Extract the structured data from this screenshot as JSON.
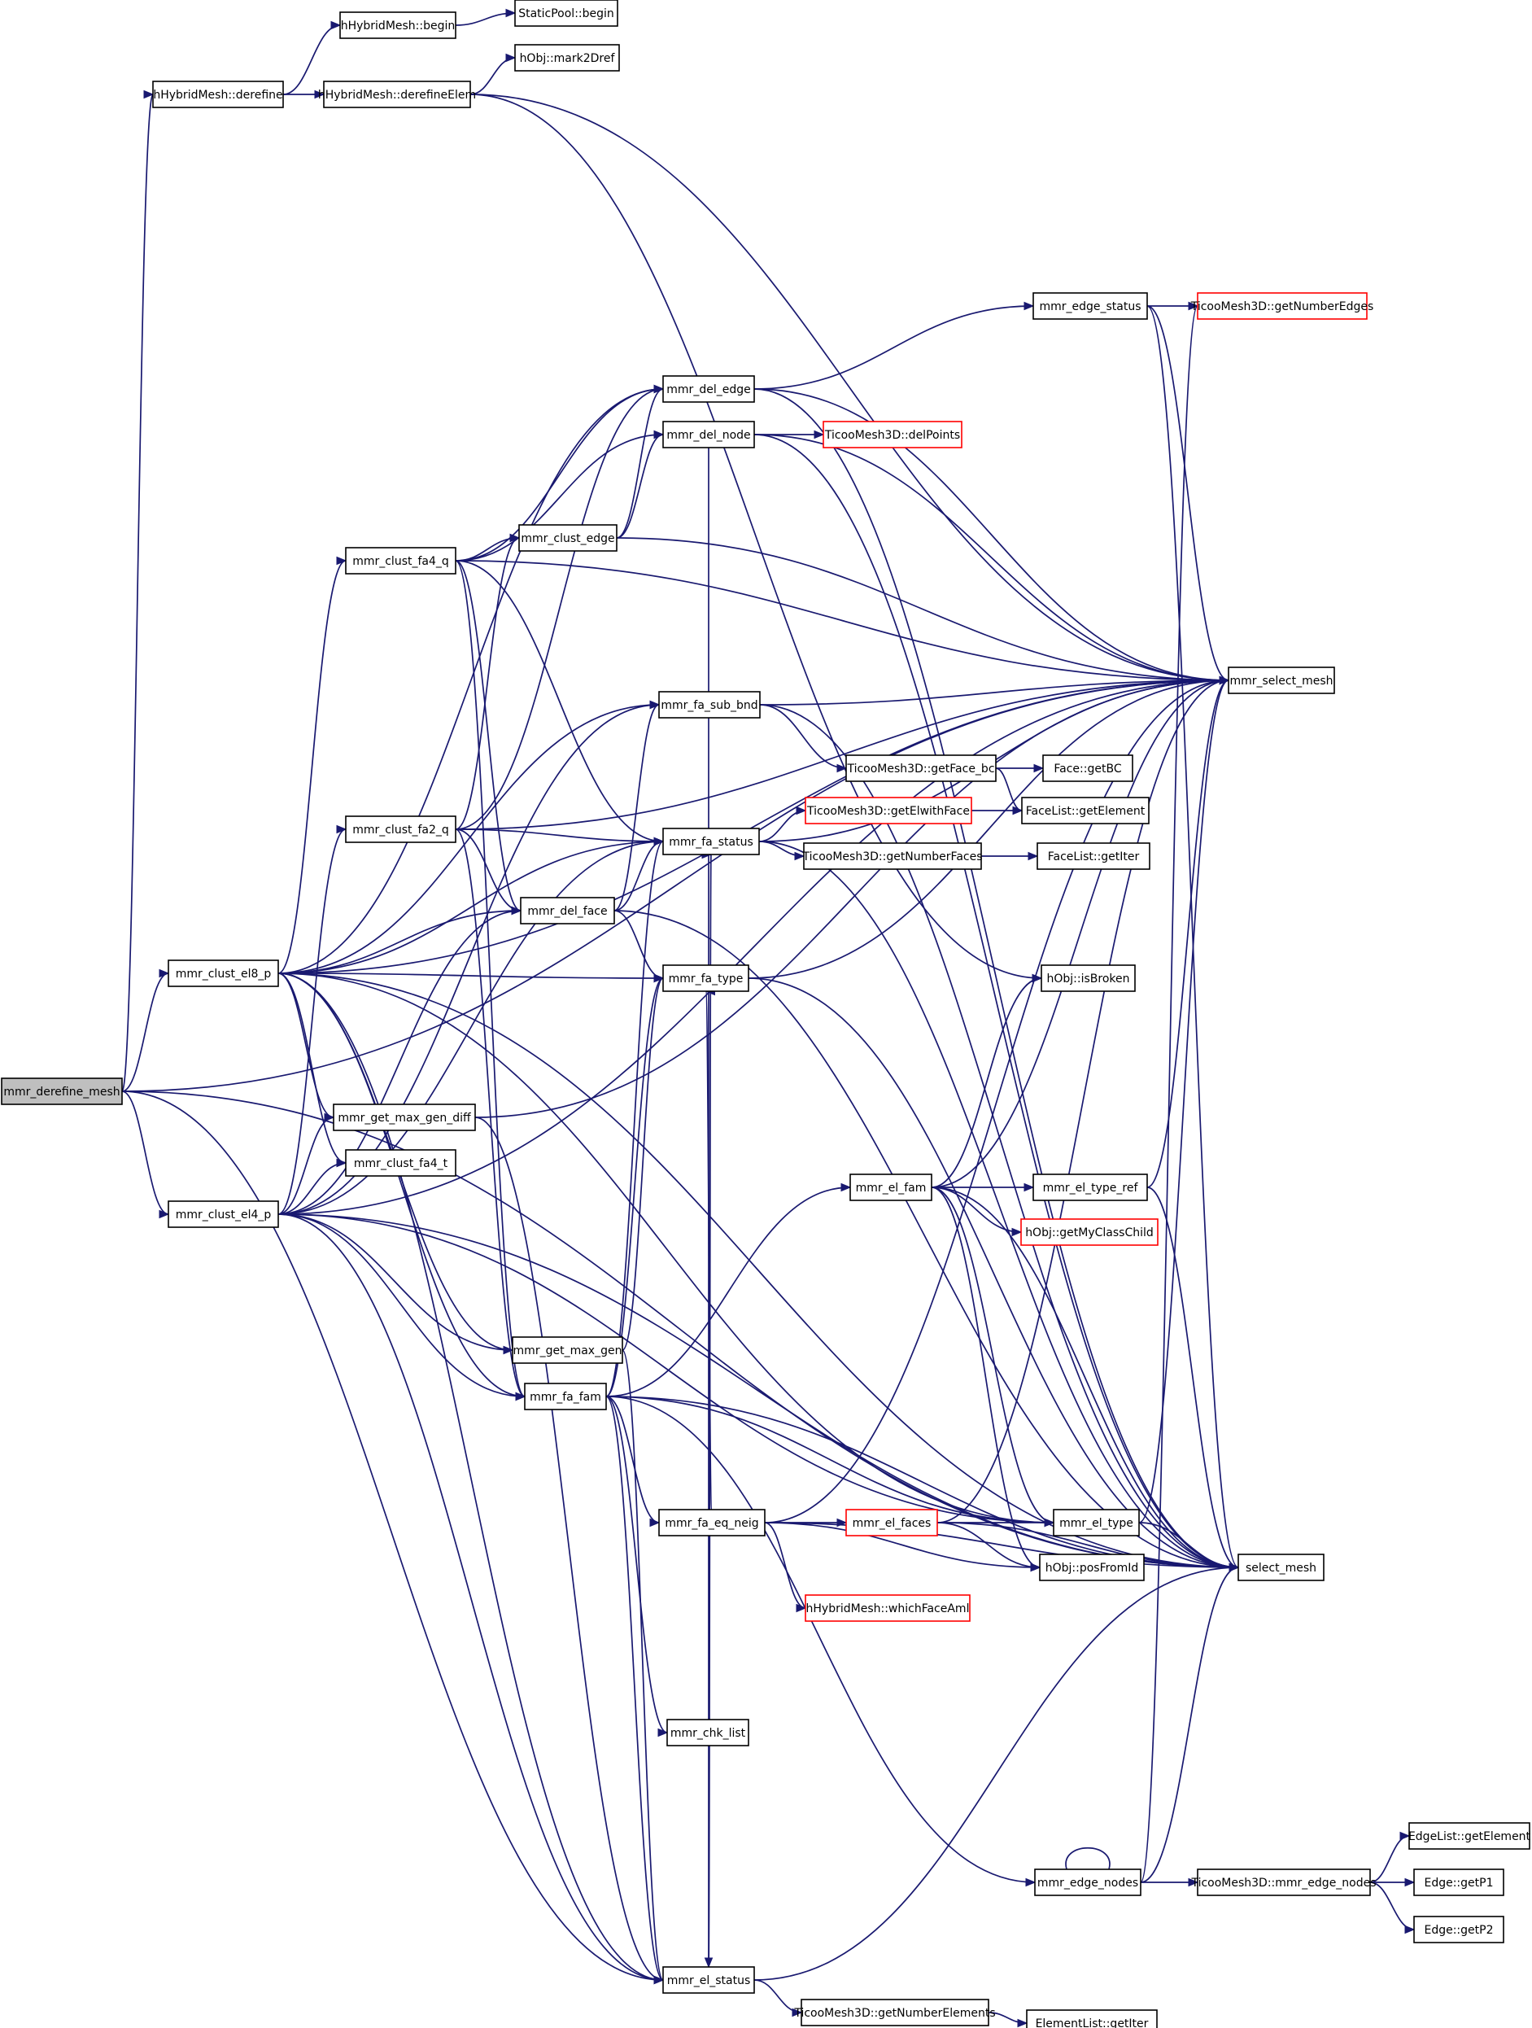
{
  "nodes": {
    "root": "mmr_derefine_mesh",
    "hhm_derefine": "hHybridMesh::derefine",
    "hhm_begin": "hHybridMesh::begin",
    "sp_begin": "StaticPool::begin",
    "hobj_mark2dref": "hObj::mark2Dref",
    "hhm_derefine_elem": "hHybridMesh::derefineElem",
    "tm_getnumberedges": "TicooMesh3D::getNumberEdges",
    "mmr_edge_status": "mmr_edge_status",
    "mmr_del_edge": "mmr_del_edge",
    "mmr_del_node": "mmr_del_node",
    "tm_delpoints": "TicooMesh3D::delPoints",
    "mmr_clust_edge": "mmr_clust_edge",
    "mmr_clust_fa4_q": "mmr_clust_fa4_q",
    "mmr_select_mesh": "mmr_select_mesh",
    "mmr_fa_sub_bnd": "mmr_fa_sub_bnd",
    "tm_getface_bc": "TicooMesh3D::getFace_bc",
    "face_getbc": "Face::getBC",
    "tm_getelwithface": "TicooMesh3D::getElwithFace",
    "fl_getelement": "FaceList::getElement",
    "mmr_clust_fa2_q": "mmr_clust_fa2_q",
    "mmr_fa_status": "mmr_fa_status",
    "tm_getnumberfaces": "TicooMesh3D::getNumberFaces",
    "fl_getiter": "FaceList::getIter",
    "mmr_del_face": "mmr_del_face",
    "mmr_clust_el8_p": "mmr_clust_el8_p",
    "mmr_fa_type": "mmr_fa_type",
    "hobj_isbroken": "hObj::isBroken",
    "mmr_get_max_gen_diff": "mmr_get_max_gen_diff",
    "mmr_clust_fa4_t": "mmr_clust_fa4_t",
    "mmr_clust_el4_p": "mmr_clust_el4_p",
    "mmr_el_fam": "mmr_el_fam",
    "mmr_el_type_ref": "mmr_el_type_ref",
    "hobj_getmyclasschild": "hObj::getMyClassChild",
    "mmr_get_max_gen": "mmr_get_max_gen",
    "mmr_fa_fam": "mmr_fa_fam",
    "mmr_fa_eq_neig": "mmr_fa_eq_neig",
    "mmr_el_faces": "mmr_el_faces",
    "mmr_el_type": "mmr_el_type",
    "select_mesh": "select_mesh",
    "hobj_posfromid": "hObj::posFromId",
    "hhm_whichfaceaml": "hHybridMesh::whichFaceAml",
    "mmr_chk_list": "mmr_chk_list",
    "el_getelement": "EdgeList::getElement",
    "mmr_edge_nodes": "mmr_edge_nodes",
    "tm_mmr_edge_nodes": "TicooMesh3D::mmr_edge_nodes",
    "edge_getp1": "Edge::getP1",
    "edge_getp2": "Edge::getP2",
    "mmr_el_status": "mmr_el_status",
    "tm_getnumberelements": "TicooMesh3D::getNumberElements",
    "elist_getiter": "ElementList::getIter"
  },
  "colors": {
    "edge": "#191970",
    "node_border": "#000000",
    "node_border_truncated": "#ff0000",
    "node_fill": "#ffffff",
    "root_fill": "#bfbfbf"
  }
}
